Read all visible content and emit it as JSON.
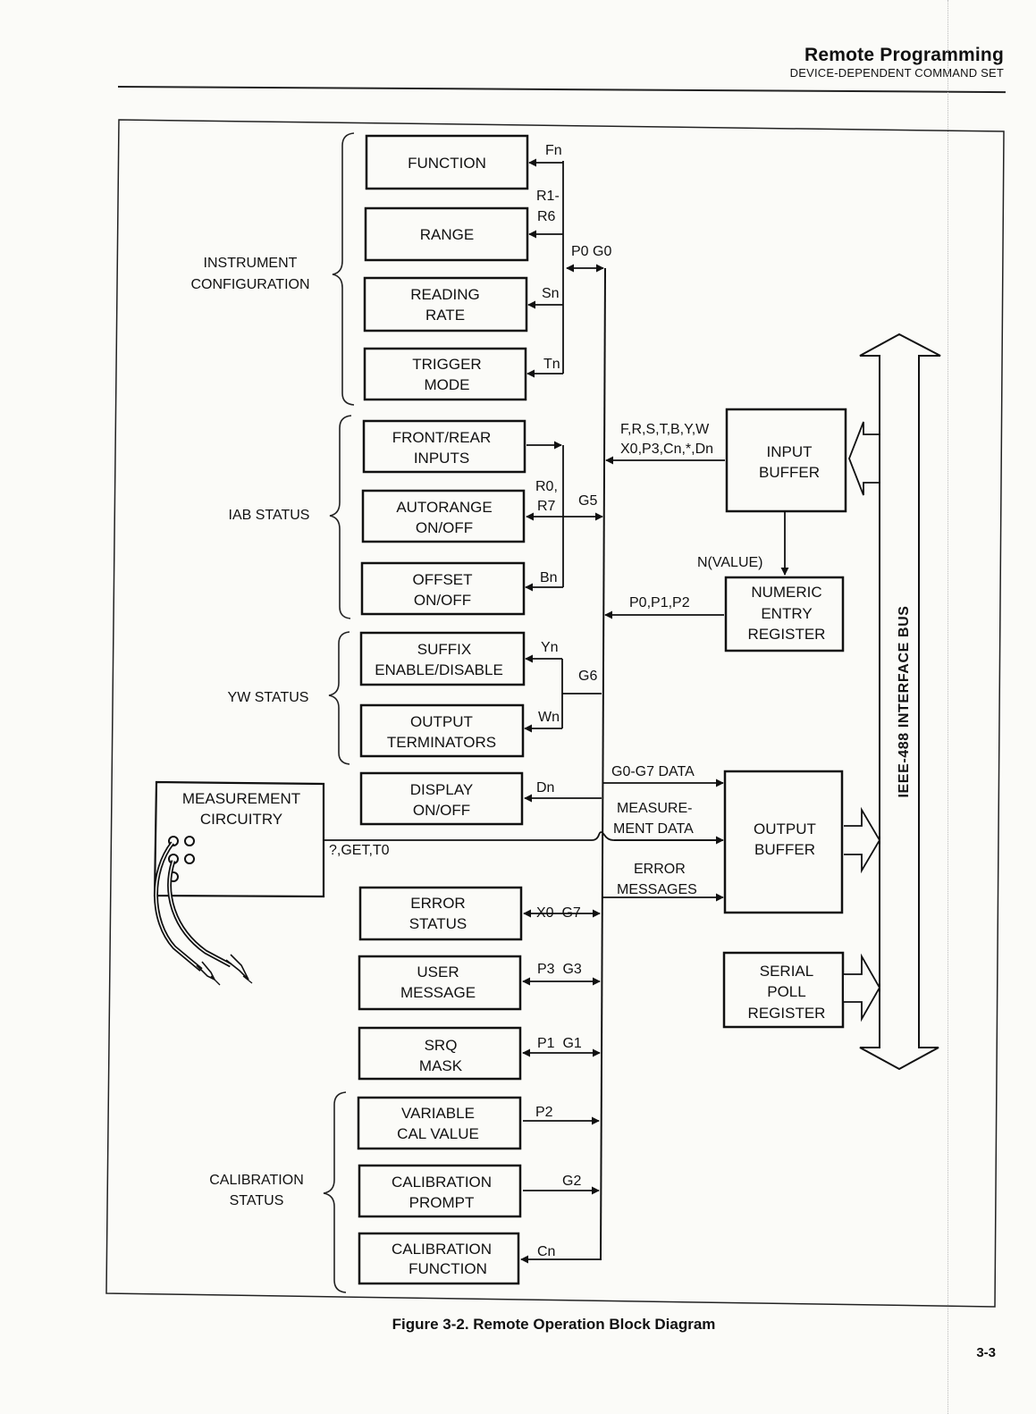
{
  "header": {
    "title": "Remote Programming",
    "subtitle": "DEVICE-DEPENDENT COMMAND SET"
  },
  "groups": {
    "instrument_configuration": [
      "INSTRUMENT",
      "CONFIGURATION"
    ],
    "iab_status": "IAB STATUS",
    "yw_status": "YW STATUS",
    "calibration_status": [
      "CALIBRATION",
      "STATUS"
    ]
  },
  "blocks": {
    "function": [
      "FUNCTION"
    ],
    "range": [
      "RANGE"
    ],
    "reading_rate": [
      "READING",
      "RATE"
    ],
    "trigger_mode": [
      "TRIGGER",
      "MODE"
    ],
    "front_rear": [
      "FRONT/REAR",
      "INPUTS"
    ],
    "autorange": [
      "AUTORANGE",
      "ON/OFF"
    ],
    "offset": [
      "OFFSET",
      "ON/OFF"
    ],
    "suffix": [
      "SUFFIX",
      "ENABLE/DISABLE"
    ],
    "output_term": [
      "OUTPUT",
      "TERMINATORS"
    ],
    "display": [
      "DISPLAY",
      "ON/OFF"
    ],
    "error_status": [
      "ERROR",
      "STATUS"
    ],
    "user_message": [
      "USER",
      "MESSAGE"
    ],
    "srq_mask": [
      "SRQ",
      "MASK"
    ],
    "variable_cal": [
      "VARIABLE",
      "CAL VALUE"
    ],
    "cal_prompt": [
      "CALIBRATION",
      "PROMPT"
    ],
    "cal_function": [
      "CALIBRATION",
      "FUNCTION"
    ],
    "measurement": [
      "MEASUREMENT",
      "CIRCUITRY"
    ],
    "input_buffer": [
      "INPUT",
      "BUFFER"
    ],
    "numeric_entry": [
      "NUMERIC",
      "ENTRY",
      "REGISTER"
    ],
    "output_buffer": [
      "OUTPUT",
      "BUFFER"
    ],
    "serial_poll": [
      "SERIAL",
      "POLL",
      "REGISTER"
    ]
  },
  "signals": {
    "fn": "Fn",
    "r1": "R1-",
    "r6": "R6",
    "p0g0": "P0 G0",
    "sn": "Sn",
    "tn": "Tn",
    "r0": "R0,",
    "r7": "R7",
    "g5": "G5",
    "bn": "Bn",
    "yn": "Yn",
    "g6": "G6",
    "wn": "Wn",
    "dn": "Dn",
    "in_cmds1": "F,R,S,T,B,Y,W",
    "in_cmds2": "X0,P3,Cn,*,Dn",
    "nvalue": "N(VALUE)",
    "p012": "P0,P1,P2",
    "g0g7": "G0-G7 DATA",
    "meas1": "MEASURE-",
    "meas2": "MENT DATA",
    "get": "?,GET,T0",
    "err1": "ERROR",
    "err2": "MESSAGES",
    "x0g7": "X0  G7",
    "p3g3": "P3  G3",
    "p1g1": "P1  G1",
    "p2": "P2",
    "g2": "G2",
    "cn": "Cn"
  },
  "bus_label": "IEEE-488 INTERFACE BUS",
  "caption": "Figure 3-2. Remote Operation Block Diagram",
  "page_number": "3-3"
}
